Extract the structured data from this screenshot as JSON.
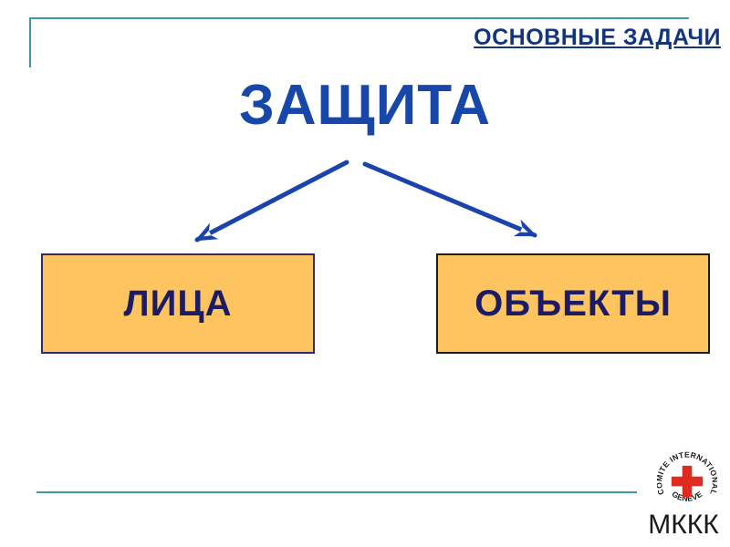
{
  "header": {
    "title": "ОСНОВНЫЕ ЗАДАЧИ"
  },
  "diagram": {
    "root_label": "ЗАЩИТА",
    "children": [
      {
        "label": "ЛИЦА"
      },
      {
        "label": "ОБЪЕКТЫ"
      }
    ]
  },
  "footer": {
    "logo": {
      "icon": "red-cross-icrc-emblem",
      "top_text": "COMITE INTERNATIONAL",
      "bottom_text": "GENEVE"
    },
    "org_abbr": "МККК"
  },
  "colors": {
    "accent_teal": "#3E98A6",
    "title_navy": "#12357E",
    "heading_blue": "#1747A8",
    "arrow_blue": "#1A44AC",
    "box_fill": "#FDC45F",
    "box_text": "#1C1C66",
    "box_border_left": "#2B2B6E",
    "box_border_right": "#1F1F1F",
    "cross_red": "#E02B20",
    "footer_text": "#1A1A1A"
  }
}
